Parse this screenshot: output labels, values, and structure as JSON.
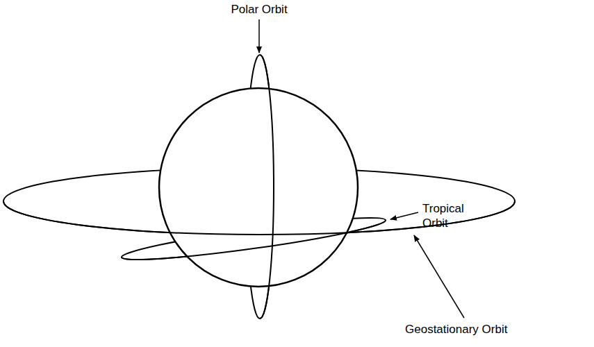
{
  "diagram": {
    "labels": [
      "Polar Orbit",
      "Tropical Orbit",
      "Geostationary Orbit"
    ]
  }
}
